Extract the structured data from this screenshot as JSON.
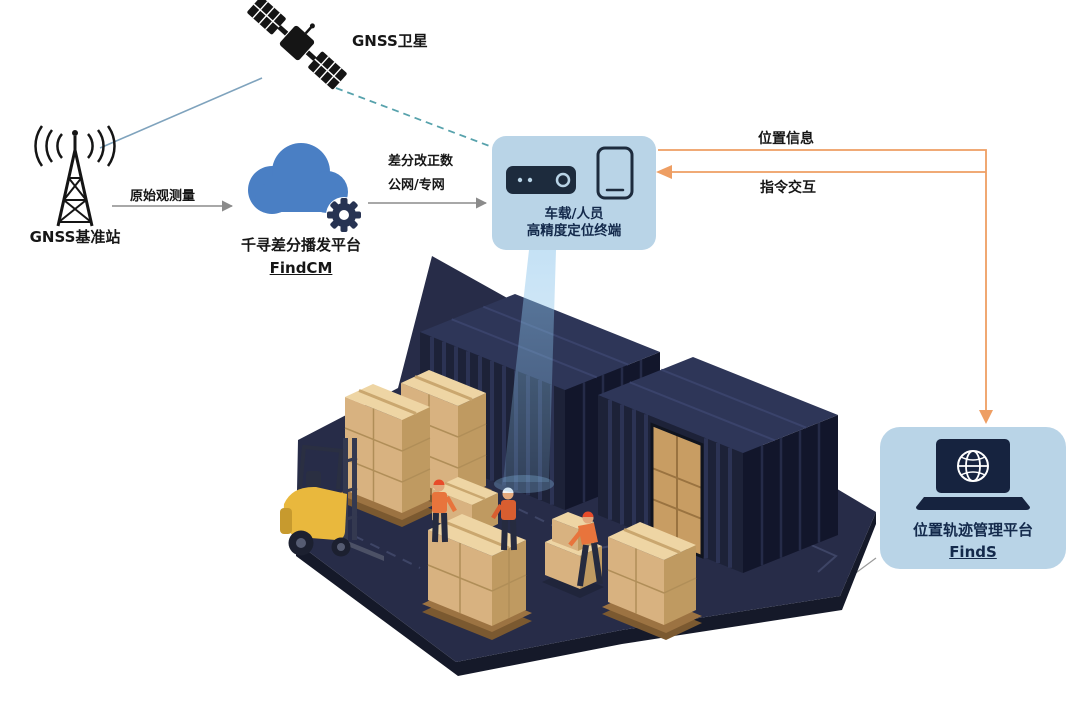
{
  "nodes": {
    "satellite": {
      "label": "GNSS卫星",
      "icon": "satellite-icon"
    },
    "base_station": {
      "label": "GNSS基准站",
      "icon": "antenna-tower-icon"
    },
    "cloud_platform": {
      "label": "千寻差分播发平台",
      "sublabel": "FindCM",
      "icon": "cloud-gear-icon"
    },
    "terminal": {
      "line1": "车载/人员",
      "line2": "高精度定位终端",
      "icons": [
        "gnss-receiver-icon",
        "smartphone-icon"
      ]
    },
    "management_platform": {
      "label": "位置轨迹管理平台",
      "sublabel": "FindS",
      "icon": "laptop-globe-icon"
    }
  },
  "edges": {
    "raw_observation": {
      "label": "原始观测量"
    },
    "corrections": {
      "line1": "差分改正数",
      "line2": "公网/专网"
    },
    "position_info": {
      "label": "位置信息"
    },
    "command_interaction": {
      "label": "指令交互"
    }
  },
  "colors": {
    "node_box_bg": "#b9d4e7",
    "cloud_blue": "#4a7fc4",
    "orange_flow": "#ee9e63",
    "teal_dashed": "#57a2ac",
    "satellite_link": "#7fa3bd",
    "gray_arrow": "#8b8b8b",
    "container_navy": "#1d2238",
    "crate_tan": "#d8b280",
    "forklift_yellow": "#e9b83d",
    "beam_blue": "#96c8f0"
  }
}
